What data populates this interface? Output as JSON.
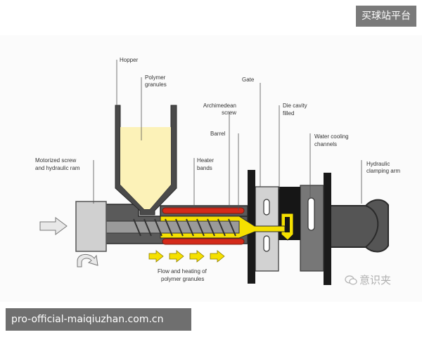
{
  "site_badge": "买球站平台",
  "url_bar": "pro-official-maiqiuzhan.com.cn",
  "watermark": {
    "icon": "wechat-icon",
    "text": "意识夹"
  },
  "labels": {
    "hopper": "Hopper",
    "polymer_granules": [
      "Polymer",
      "granules"
    ],
    "archimedean_screw": [
      "Archimedean",
      "screw"
    ],
    "gate": "Gate",
    "die_cavity_filled": [
      "Die cavity",
      "filled"
    ],
    "barrel": "Barrel",
    "water_cooling_channels": [
      "Water cooling",
      "channels"
    ],
    "motorized_screw": [
      "Motorized screw",
      "and hydraulic ram"
    ],
    "heater_bands": [
      "Heater",
      "bands"
    ],
    "hydraulic_clamping_arm": [
      "Hydraulic",
      "clamping arm"
    ],
    "flow_heating": [
      "Flow and heating of",
      "polymer granules"
    ]
  },
  "colors": {
    "machine_dark": "#4a4a4a",
    "machine_mid": "#8a8a8a",
    "machine_light": "#d2d2d2",
    "granules": "#fcf2b8",
    "heater": "#d42a1a",
    "melt_yellow": "#f5e000",
    "die_black": "#161616"
  }
}
